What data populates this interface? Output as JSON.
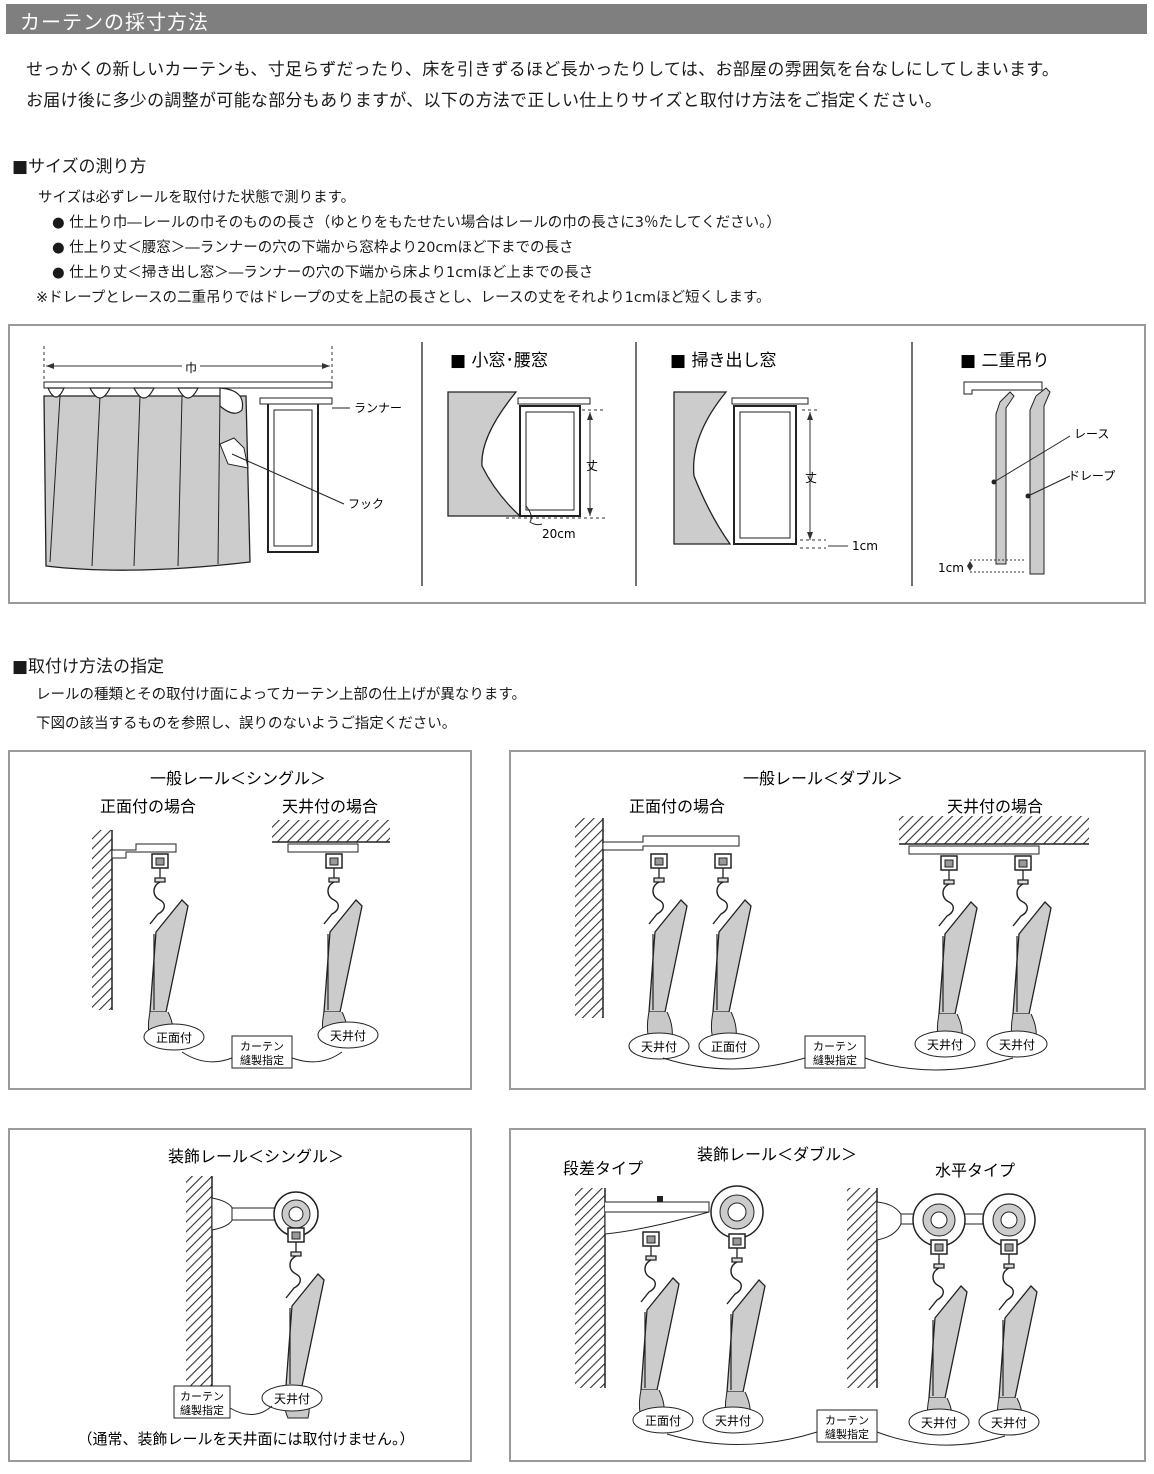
{
  "header": {
    "title": "カーテンの採寸方法"
  },
  "intro": [
    "せっかくの新しいカーテンも、寸足らずだったり、床を引きずるほど長かったりしては、お部屋の雰囲気を台なしにしてしまいます。",
    "お届け後に多少の調整が可能な部分もありますが、以下の方法で正しい仕上りサイズと取付け方法をご指定ください。"
  ],
  "measure": {
    "heading": "■サイズの測り方",
    "lead": "サイズは必ずレールを取付けた状態で測ります。",
    "bullets": [
      "●  仕上り巾―レールの巾そのものの長さ（ゆとりをもたせたい場合はレールの巾の長さに3％たしてください。）",
      "●  仕上り丈＜腰窓＞―ランナーの穴の下端から窓枠より20cmほど下までの長さ",
      "●  仕上り丈＜掃き出し窓＞―ランナーの穴の下端から床より1cmほど上までの長さ"
    ],
    "note": "※ドレープとレースの二重吊りではドレープの丈を上記の長さとし、レースの丈をそれより1cmほど短くします。",
    "diagram": {
      "width_label": "巾",
      "runner_label": "ランナー",
      "hook_label": "フック",
      "small_window_title": "■ 小窓･腰窓",
      "length_label": "丈",
      "cm20": "20cm",
      "sweep_window_title": "■ 掃き出し窓",
      "cm1": "1cm",
      "double_title": "■ 二重吊り",
      "lace_label": "レース",
      "drape_label": "ドレープ"
    }
  },
  "mount": {
    "heading": "■取付け方法の指定",
    "lead1": "レールの種類とその取付け面によってカーテン上部の仕上げが異なります。",
    "lead2": "下図の該当するものを参照し、誤りのないようご指定ください。",
    "general_single": {
      "title": "一般レール＜シングル＞",
      "front": "正面付の場合",
      "ceiling": "天井付の場合",
      "tag_front": "正面付",
      "tag_ceiling": "天井付",
      "sewing1": "カーテン",
      "sewing2": "縫製指定"
    },
    "general_double": {
      "title": "一般レール＜ダブル＞",
      "front": "正面付の場合",
      "ceiling": "天井付の場合",
      "tag1": "天井付",
      "tag2": "正面付",
      "tag3": "天井付",
      "tag4": "天井付",
      "sewing1": "カーテン",
      "sewing2": "縫製指定"
    },
    "deco_single": {
      "title": "装飾レール＜シングル＞",
      "sewing1": "カーテン",
      "sewing2": "縫製指定",
      "tag": "天井付",
      "note": "（通常、装飾レールを天井面には取付けません。）"
    },
    "deco_double": {
      "title": "装飾レール＜ダブル＞",
      "step_type": "段差タイプ",
      "flat_type": "水平タイプ",
      "tag1": "正面付",
      "tag2": "天井付",
      "tag3": "天井付",
      "tag4": "天井付",
      "sewing1": "カーテン",
      "sewing2": "縫製指定"
    }
  }
}
